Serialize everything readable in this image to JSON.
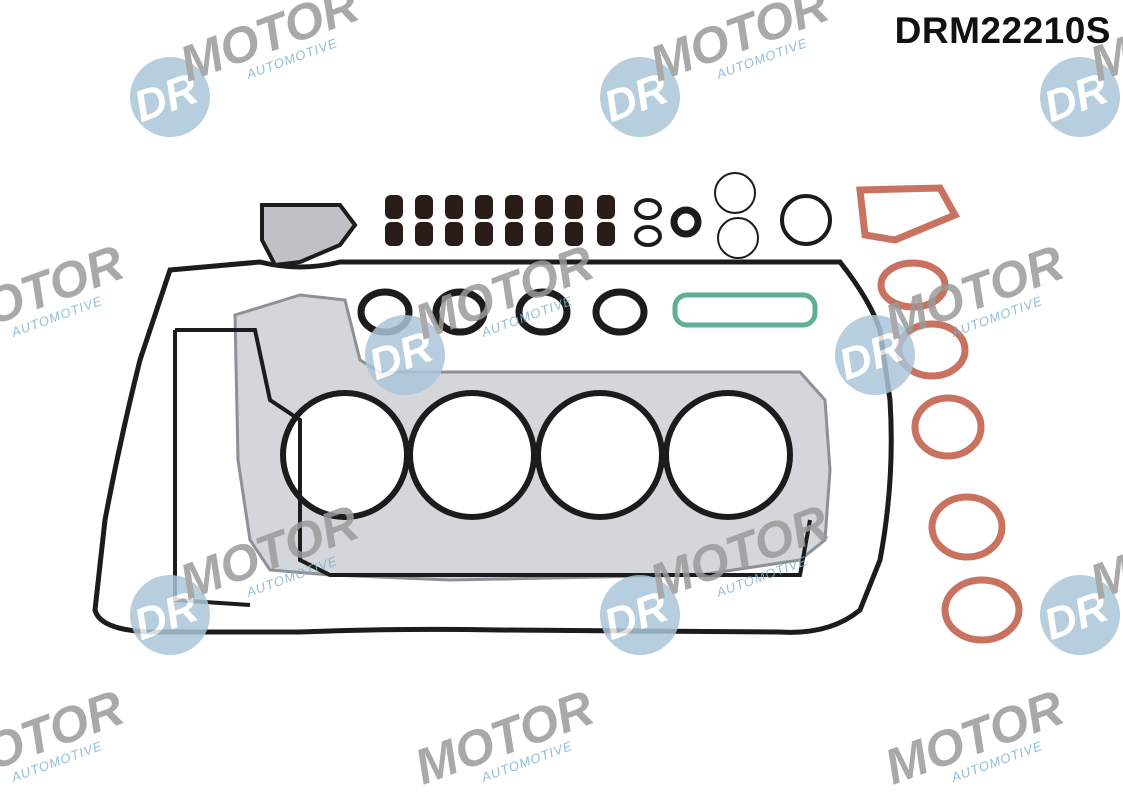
{
  "product": {
    "code": "DRM22210S",
    "description_icon": "engine-head-gasket-set-photo"
  },
  "watermark": {
    "dr": "DR",
    "motor": "MOTOR",
    "automotive": "AUTOMOTIVE",
    "circle_color": "#a9c6d9",
    "text_color": "#9a9a9a"
  },
  "colors": {
    "black_gasket": "#1c1c1c",
    "steel_gasket": "#b9bcc2",
    "red_gasket": "#c9725f",
    "green_gasket": "#5fae98"
  }
}
